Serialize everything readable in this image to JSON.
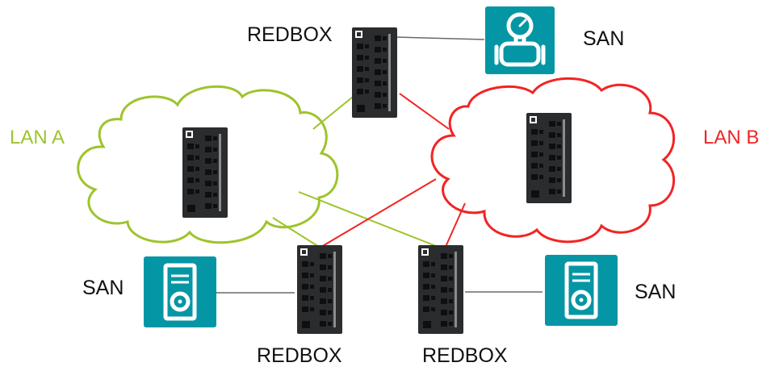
{
  "colors": {
    "lan_a": "#9dc42c",
    "lan_b": "#f22424",
    "device_body": "#2a2c2e",
    "device_port": "#0e0f10",
    "device_led": "#8a8d90",
    "san_tile": "#0596a5",
    "san_link": "#6a6a6a",
    "text": "#111111"
  },
  "networks": {
    "lan_a": {
      "label": "LAN A"
    },
    "lan_b": {
      "label": "LAN B"
    }
  },
  "redboxes": [
    {
      "id": "redbox-top",
      "label": "REDBOX"
    },
    {
      "id": "redbox-bottom-left",
      "label": "REDBOX"
    },
    {
      "id": "redbox-bottom-right",
      "label": "REDBOX"
    }
  ],
  "san_nodes": [
    {
      "id": "san-top",
      "label": "SAN",
      "icon": "flow-meter-icon"
    },
    {
      "id": "san-left",
      "label": "SAN",
      "icon": "computer-tower-icon"
    },
    {
      "id": "san-right",
      "label": "SAN",
      "icon": "computer-tower-icon"
    }
  ],
  "connections": [
    {
      "from": "redbox-top",
      "to": "san-top",
      "type": "san"
    },
    {
      "from": "redbox-bottom-left",
      "to": "san-left",
      "type": "san"
    },
    {
      "from": "redbox-bottom-right",
      "to": "san-right",
      "type": "san"
    },
    {
      "from": "redbox-top",
      "to": "lan_a",
      "type": "lan_a"
    },
    {
      "from": "redbox-top",
      "to": "lan_b",
      "type": "lan_b"
    },
    {
      "from": "redbox-bottom-left",
      "to": "lan_a",
      "type": "lan_a"
    },
    {
      "from": "redbox-bottom-left",
      "to": "lan_b",
      "type": "lan_b"
    },
    {
      "from": "redbox-bottom-right",
      "to": "lan_a",
      "type": "lan_a"
    },
    {
      "from": "redbox-bottom-right",
      "to": "lan_b",
      "type": "lan_b"
    }
  ]
}
